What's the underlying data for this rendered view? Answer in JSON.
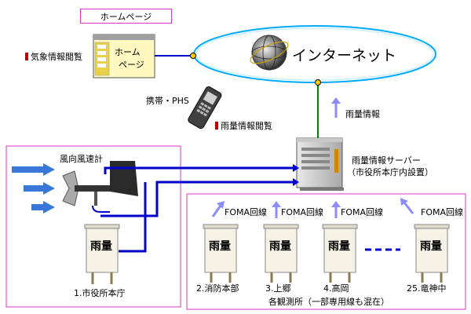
{
  "homepage": {
    "label": "ホームページ",
    "panel_line1": "ホーム",
    "panel_line2": "ページ",
    "weather_view": "気象情報閲覧"
  },
  "internet": {
    "label": "インターネット"
  },
  "mobile": {
    "label": "携帯・PHS",
    "rain_view": "雨量情報閲覧"
  },
  "server": {
    "rain_info": "雨量情報",
    "name_line1": "雨量情報サーバー",
    "name_line2": "（市役所本庁内設置）"
  },
  "hq": {
    "anemometer": "風向風速計",
    "gauge_label": "雨量",
    "site_name": "1.市役所本庁"
  },
  "stations": {
    "foma": "FOMA回線",
    "gauge_label": "雨量",
    "items": [
      "2.消防本部",
      "3.上郷",
      "4.高岡",
      "25.竜神中"
    ],
    "caption": "各観測所（一部専用線も混在）"
  },
  "colors": {
    "pink_border": "#d838c8",
    "blue_line": "#0000cc",
    "green_line": "#008000",
    "arrow": "#8c8cff"
  }
}
